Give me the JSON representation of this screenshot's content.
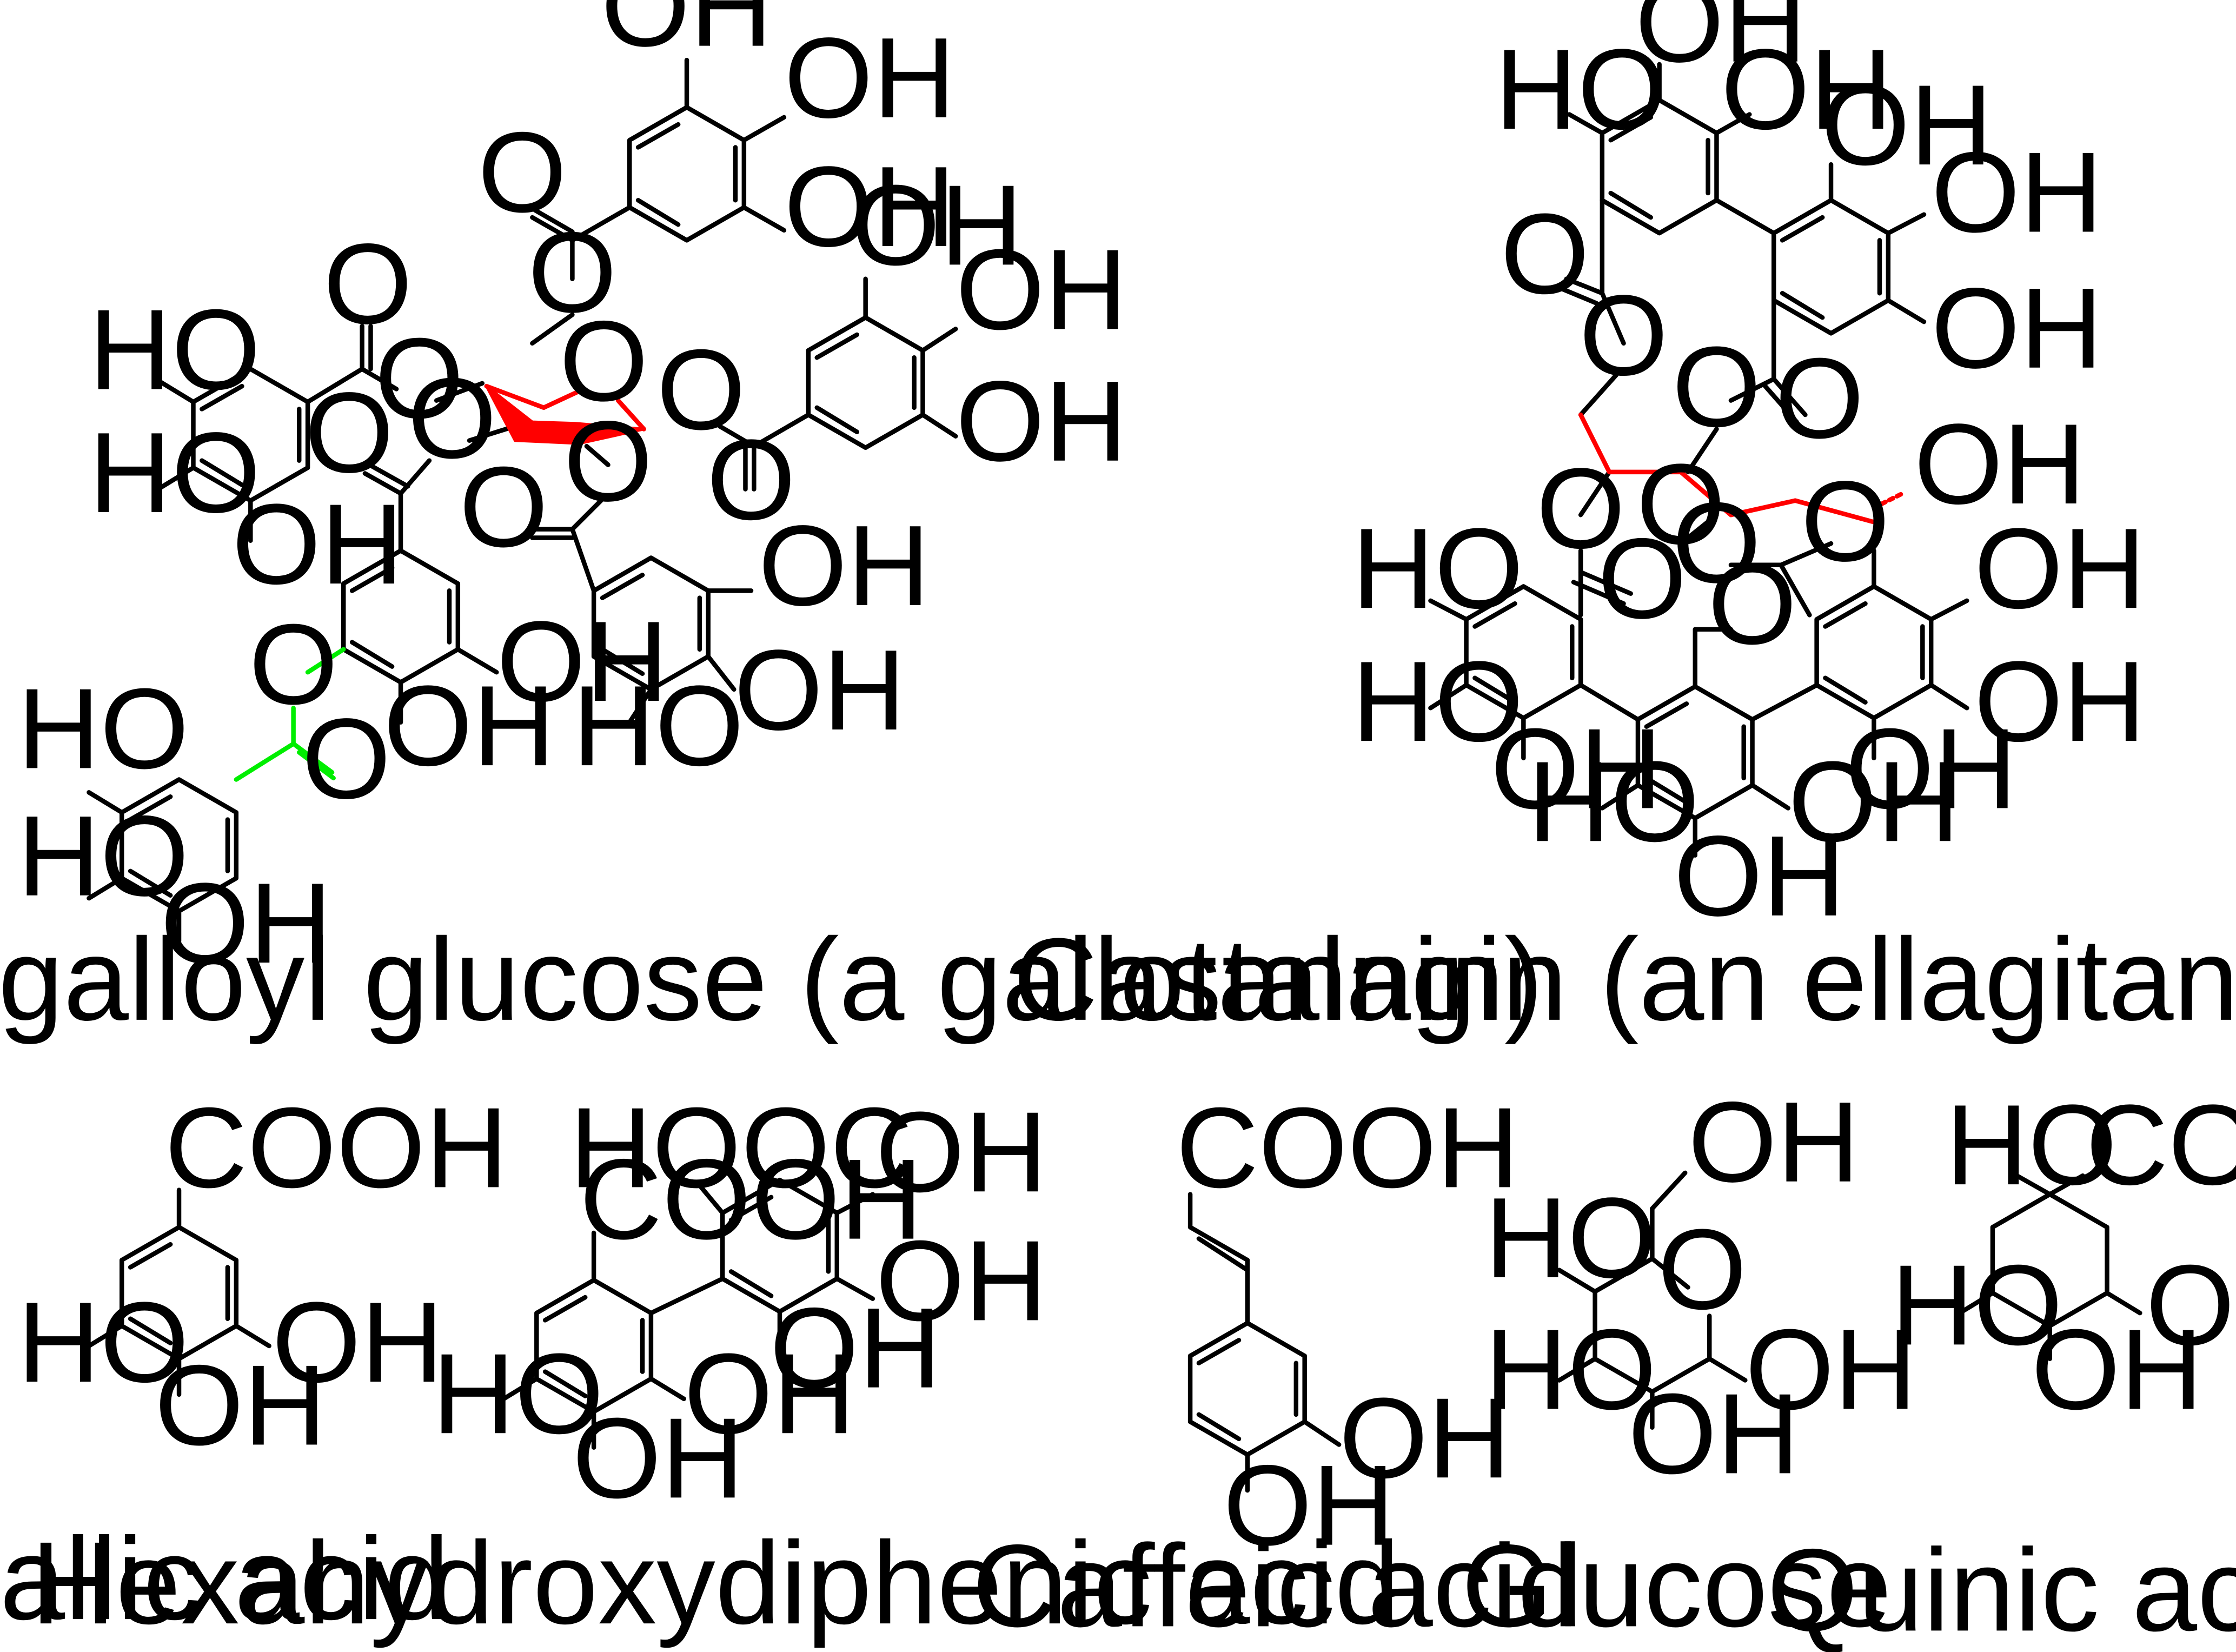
{
  "colors": {
    "bond": "#000000",
    "glucose_core_highlight": "#ff0000",
    "depside_highlight": "#00ee00",
    "background": "#ffffff"
  },
  "atom_labels": {
    "oh": "OH",
    "ho": "HO",
    "o": "O",
    "cooh": "COOH",
    "hooc": "HOOC"
  },
  "captions": {
    "hexagalloyl": "Hexagalloyl glucose (a gallotannin)",
    "castalagin": "Castalagin (an ellagitannin)",
    "gallic": "Gallic acid",
    "hhdp": "Hexahydroxydiphenic acid",
    "caffeic": "Caffeic acid",
    "glucose": "Glucose",
    "quinic": "Quinic acid"
  }
}
